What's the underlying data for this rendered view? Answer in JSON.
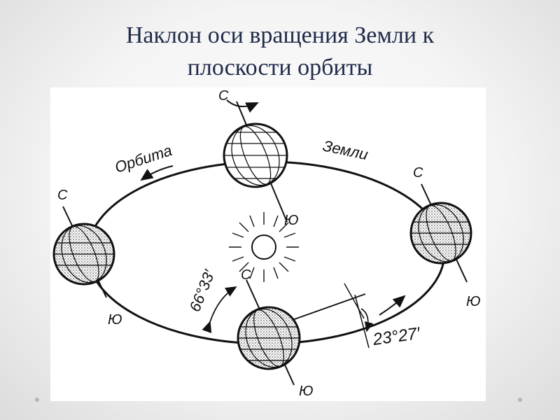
{
  "title": {
    "line1": "Наклон оси вращения Земли к",
    "line2": "плоскости орбиты"
  },
  "diagram": {
    "orbit_label_left": "Орбита",
    "orbit_label_right": "Земли",
    "north_label": "С",
    "south_label": "Ю",
    "angle_orbit": "66°33′",
    "angle_axis": "23°27′"
  },
  "colors": {
    "title": "#1f2a4a",
    "ink": "#111111"
  }
}
